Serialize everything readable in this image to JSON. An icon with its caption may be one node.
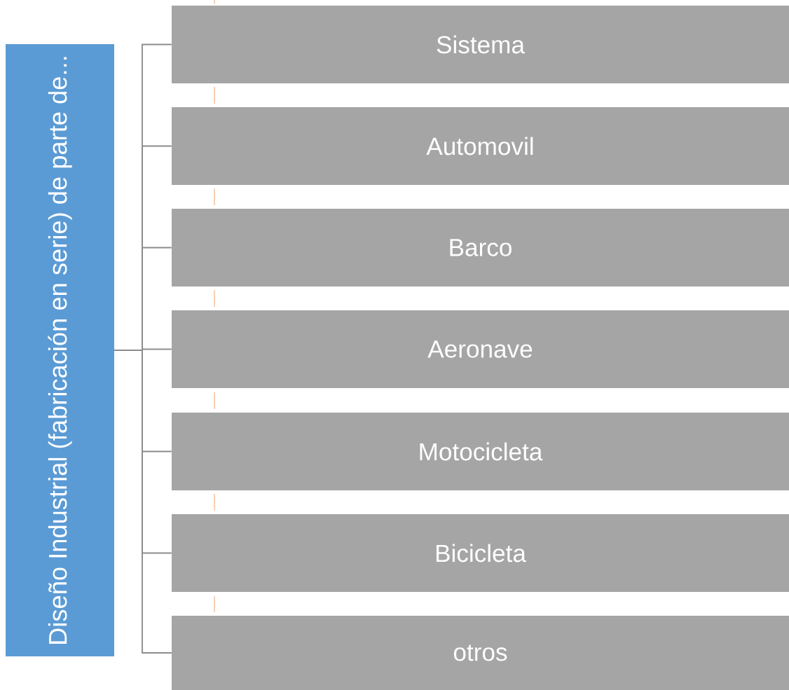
{
  "diagram": {
    "nodes": [
      {
        "text": [
          "Diseño Industrial (fabricación en serie) de parte de..."
        ]
      },
      {
        "text": [
          "Sistema"
        ]
      },
      {
        "text": [
          "Automovil"
        ]
      },
      {
        "text": [
          "Barco"
        ]
      },
      {
        "text": [
          "Aeronave"
        ]
      },
      {
        "text": [
          "Motocicleta"
        ]
      },
      {
        "text": [
          "Bicicleta"
        ]
      },
      {
        "text": [
          "otros"
        ]
      }
    ],
    "edges": [
      {
        "from": 0,
        "to": 1,
        "arrow": "none"
      },
      {
        "from": 0,
        "to": 2,
        "arrow": "none"
      },
      {
        "from": 0,
        "to": 3,
        "arrow": "none"
      },
      {
        "from": 0,
        "to": 4,
        "arrow": "none"
      },
      {
        "from": 0,
        "to": 5,
        "arrow": "none"
      },
      {
        "from": 0,
        "to": 6,
        "arrow": "none"
      },
      {
        "from": 0,
        "to": 7,
        "arrow": "none"
      }
    ]
  }
}
